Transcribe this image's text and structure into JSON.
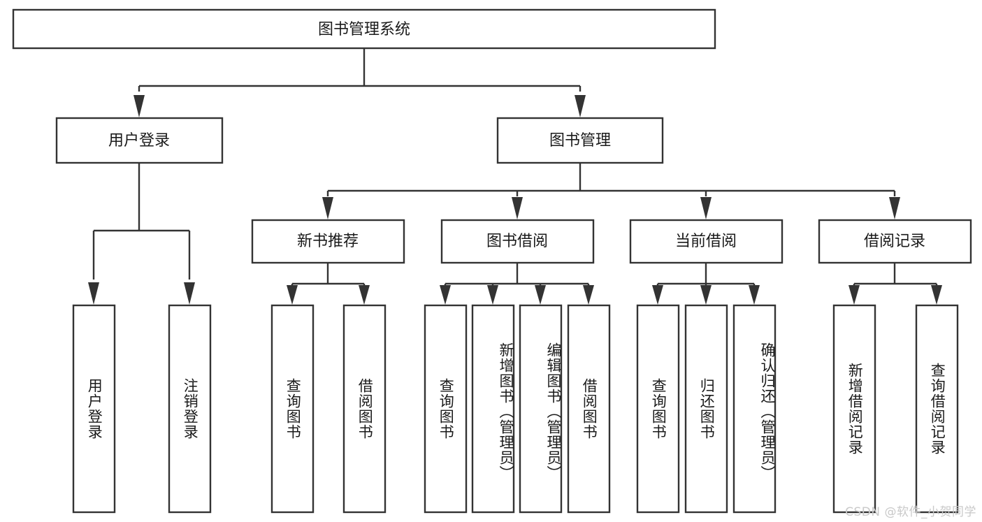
{
  "diagram": {
    "title": "图书管理系统",
    "type": "tree-hierarchy",
    "root": {
      "label": "图书管理系统"
    },
    "level2": [
      {
        "label": "用户登录"
      },
      {
        "label": "图书管理"
      }
    ],
    "level3": [
      {
        "label": "新书推荐",
        "parent": "图书管理"
      },
      {
        "label": "图书借阅",
        "parent": "图书管理"
      },
      {
        "label": "当前借阅",
        "parent": "图书管理"
      },
      {
        "label": "借阅记录",
        "parent": "图书管理"
      }
    ],
    "leaves": [
      {
        "label": "用户登录",
        "parent": "用户登录"
      },
      {
        "label": "注销登录",
        "parent": "用户登录"
      },
      {
        "label": "查询图书",
        "parent": "新书推荐"
      },
      {
        "label": "借阅图书",
        "parent": "新书推荐"
      },
      {
        "label": "查询图书",
        "parent": "图书借阅"
      },
      {
        "label": "新增图书（管理员）",
        "parent": "图书借阅"
      },
      {
        "label": "编辑图书（管理员）",
        "parent": "图书借阅"
      },
      {
        "label": "借阅图书",
        "parent": "图书借阅"
      },
      {
        "label": "查询图书",
        "parent": "当前借阅"
      },
      {
        "label": "归还图书",
        "parent": "当前借阅"
      },
      {
        "label": "确认归还（管理员）",
        "parent": "当前借阅"
      },
      {
        "label": "新增借阅记录",
        "parent": "借阅记录"
      },
      {
        "label": "查询借阅记录",
        "parent": "借阅记录"
      }
    ]
  },
  "watermark": {
    "text": "CSDN @软件_小贺同学"
  },
  "colors": {
    "box_stroke": "#333333",
    "box_fill": "#ffffff",
    "text": "#1a1a1a",
    "watermark": "#c9c9c9",
    "background": "#ffffff"
  }
}
